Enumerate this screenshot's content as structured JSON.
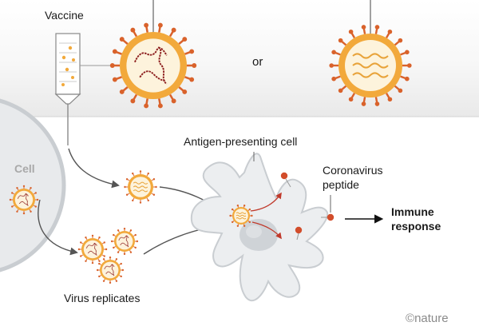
{
  "labels": {
    "vaccine": "Vaccine",
    "or": "or",
    "cell": "Cell",
    "antigen_presenting_cell": "Antigen-presenting cell",
    "coronavirus_peptide_line1": "Coronavirus",
    "coronavirus_peptide_line2": "peptide",
    "immune_response_line1": "Immune",
    "immune_response_line2": "response",
    "virus_replicates": "Virus replicates",
    "credit_symbol": "©",
    "credit_name": "nature"
  },
  "colors": {
    "virus_outer": "#f2a93b",
    "virus_inner": "#fdf3dc",
    "spike": "#d9622b",
    "rna_red": "#8c1d1d",
    "rna_orange": "#e8a33a",
    "cell_fill": "#e6e8ea",
    "apc_fill": "#eceef0",
    "peptide": "#d24d2b",
    "arrow_grey": "#555555",
    "arrow_red": "#c0392b",
    "text": "#1a1a1a"
  }
}
